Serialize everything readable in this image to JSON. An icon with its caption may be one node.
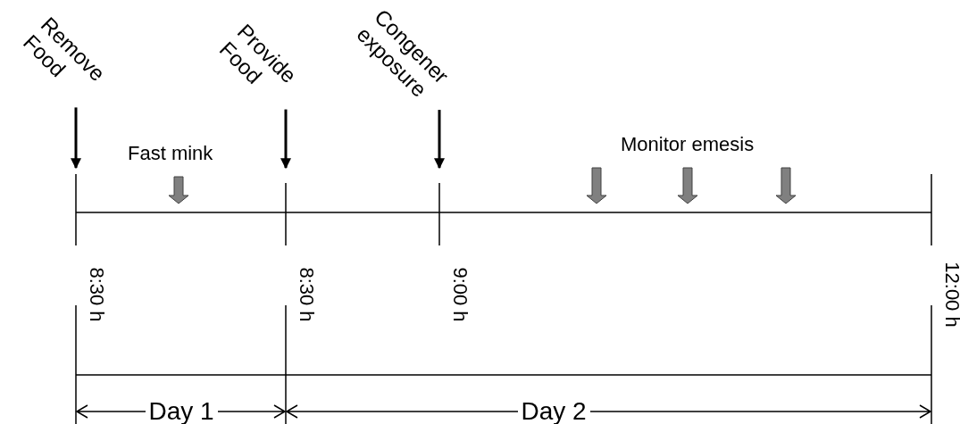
{
  "diagram": {
    "nodes": [
      {
        "text": [
          "Remove Food"
        ]
      },
      {
        "text": [
          "Provide Food"
        ]
      },
      {
        "text": [
          "Congener exposure"
        ]
      },
      {
        "text": [
          "Fast mink"
        ]
      },
      {
        "text": [
          "Monitor emesis"
        ]
      }
    ],
    "edges": [
      {
        "from": 0,
        "to": null,
        "arrow": "to"
      },
      {
        "from": 1,
        "to": null,
        "arrow": "to"
      },
      {
        "from": 2,
        "to": null,
        "arrow": "to"
      },
      {
        "from": 3,
        "to": null,
        "arrow": "to",
        "style": "thick",
        "color": "#808080"
      },
      {
        "from": 4,
        "to": null,
        "arrow": "to",
        "style": "thick",
        "color": "#808080"
      },
      {
        "from": 4,
        "to": null,
        "arrow": "to",
        "style": "thick",
        "color": "#808080"
      },
      {
        "from": 4,
        "to": null,
        "arrow": "to",
        "style": "thick",
        "color": "#808080"
      }
    ],
    "labels": [
      "8:30 h",
      "8:30 h",
      "9:00 h",
      "12:00 h",
      "Day 1",
      "Day 2"
    ]
  }
}
